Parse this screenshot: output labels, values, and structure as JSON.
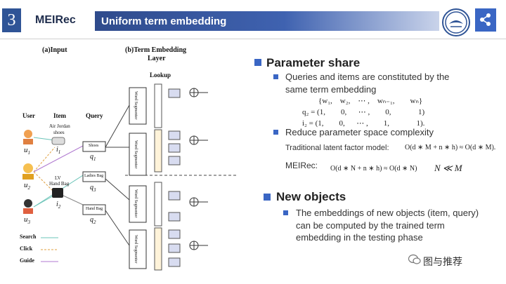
{
  "header": {
    "slide_number": "3",
    "brand": "MEIRec",
    "title": "Uniform term embedding"
  },
  "diagram": {
    "panel_a": "(a)Input",
    "panel_b_line1": "(b)Term Embedding",
    "panel_b_line2": "Layer",
    "lookup": "Lookup",
    "col_user": "User",
    "col_item": "Item",
    "col_query": "Query",
    "users": [
      "u",
      "u",
      "u"
    ],
    "user_subs": [
      "1",
      "2",
      "3"
    ],
    "items": [
      "Air Jordan",
      "shoes",
      "i",
      "1",
      "LV",
      "Hand Bag",
      "i",
      "2"
    ],
    "queries": [
      "Shoes",
      "Ladies Bag",
      "Hand Bag"
    ],
    "query_syms": [
      "q",
      "1",
      "q",
      "3",
      "q",
      "2"
    ],
    "segmenter": "Word Segmenter",
    "legend": [
      "Search",
      "Click",
      "Guide"
    ]
  },
  "right": {
    "sec1_title": "Parameter  share",
    "sec1_b1_l1": "Queries and items are constituted by the",
    "sec1_b1_l2": "same term embedding",
    "math_set": "{w₁,    w₂,    ⋯ ,    wₙ₋₁,        wₙ}",
    "math_q2": "q₂ = (1,        0,      ⋯ ,        0,              1)",
    "math_i2": "i₂ = (1,        0,      ⋯ ,        1,              1).",
    "sec1_b2": "Reduce parameter space complexity",
    "trad_label": "Traditional latent factor model:",
    "trad_formula": "O(d ∗ M + n ∗ h) ≈ O(d ∗ M).",
    "meirec_label": "MEIRec:",
    "meirec_formula": "O(d ∗ N + n ∗ h) ≈ O(d ∗ N)",
    "ineq": "N ≪ M",
    "sec2_title": "New objects",
    "sec2_b1_l1": "The embeddings of new objects (item, query)",
    "sec2_b1_l2": "can be computed by the trained term",
    "sec2_b1_l3": "embedding in the testing phase"
  },
  "watermark": "图与推荐",
  "colors": {
    "accent": "#3a66c4",
    "brand_navy": "#2f5496"
  }
}
